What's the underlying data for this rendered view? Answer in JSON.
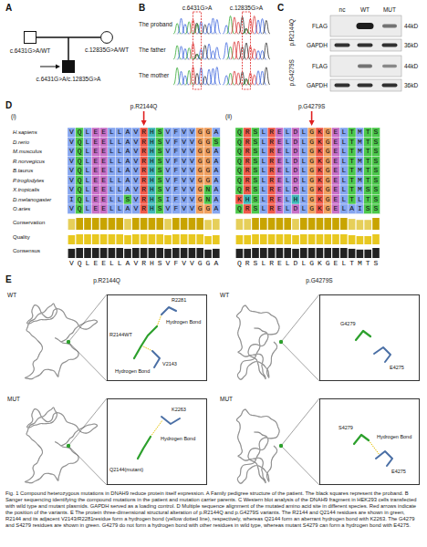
{
  "diagram": {
    "caption": "Fig. 1 Compound heterozygous mutations in DNAH9 reduce protein itself expression. A Family pedigree structure of the patient. The black squares represent the proband. B Sanger sequencing identifying the compound mutations in the patient and mutation carrier parents. C Western blot analysis of the DNAH9 fragment in HEK293 cells transfected with wild type and mutant plasmids. GAPDH served as a loading control. D Multiple sequence alignment of the mutated amino acid site in different species. Red arrows indicate the position of the variants. E The protein three-dimensional structural alteration of p.R2144Q and p.G4279S variants. The R2144 and Q2144 residues are shown in green, R2144 and its adjacent V2143/R2281residue form a hydrogen bond (yellow dotted line), respectively, whereas Q2144 form an aberrant hydrogen bond with K2263. The G4279 and S4279 residues are shown in green. G4279 do not form a hydrogen bond with other residues in wild type, whereas mutant S4279 can form a hydrogen bond with E4275.",
    "nodes": [
      {
        "text": [
          "c.6431G>A/WT"
        ]
      },
      {
        "text": [
          "c.12835G>A/WT"
        ]
      },
      {
        "text": [
          "c.6431G>A/c.12835G>A"
        ]
      },
      {
        "text": [
          "R2281",
          "Hydrogen Bond",
          "R2144WT",
          "Hydrogen Bond",
          "V2143"
        ]
      },
      {
        "text": [
          "K2263",
          "Hydrogen Bond",
          "Q2144(mutant)"
        ]
      },
      {
        "text": [
          "G4279",
          "E4275"
        ]
      },
      {
        "text": [
          "S4279",
          "Hydrogen Bond",
          "E4275"
        ]
      }
    ],
    "edges": [
      {
        "from": 0,
        "to": 1,
        "arrow": "none"
      },
      {
        "from": 0,
        "to": 2,
        "arrow": "none"
      },
      {
        "from": 1,
        "to": 2,
        "arrow": "none"
      }
    ],
    "labels": [
      "A",
      "B",
      "c.6431G>A",
      "c.12835G>A",
      "The proband",
      "The father",
      "The mother",
      "C",
      "nc",
      "WT",
      "MUT",
      "p.R2144Q",
      "FLAG",
      "GAPDH",
      "44kD",
      "36kD",
      "p.G4279S",
      "FLAG",
      "GAPDH",
      "44kD",
      "36kD",
      "D",
      "(i)",
      "p.R2144Q",
      "(ii)",
      "p.G4279S",
      "H.sapiens",
      "D.rerio",
      "M.musculus",
      "R.norvegicus",
      "B.taurus",
      "P.troglodytes",
      "X.tropicalis",
      "D.melanogaster",
      "O.aries",
      "VQLEELLAVRHSVFVVGGA",
      "VQLEELLAVRHSVFVVGGS",
      "VQLEELLAVRHSVFVVGGA",
      "VQLEELLAVRHSVFVVGGA",
      "VQLEELLAVRHSVFVVGGA",
      "VQLEELLAVRHSVFVVGGA",
      "VQLEELLAVRHSVFVVGNA",
      "IQLEELLSVRHSIFVVGNA",
      "VQLEELLAVRHSVFVVGGA",
      "QRSLRELDLGKGELTMTS",
      "QRSLRELDLGKGELTMTS",
      "QRSLRELDLGKGELTMTS",
      "QRSLRELDLGKGELTMTS",
      "QRSLRELDLGKGELTMTS",
      "QRSLRELDLGKGELTMTS",
      "QRSLRELDLGKGELTMSS",
      "KHSLRELHLGKGELTLTS",
      "QRSLRELDLGKGELAISS",
      "Conservation",
      "Quality",
      "Consensus",
      "VQLEELLAVRHSVFVVGGA",
      "QRSLRELDLGKGELTMTS",
      "E",
      "p.R2144Q",
      "WT",
      "MUT",
      "p.G4279S",
      "WT",
      "MUT"
    ]
  }
}
